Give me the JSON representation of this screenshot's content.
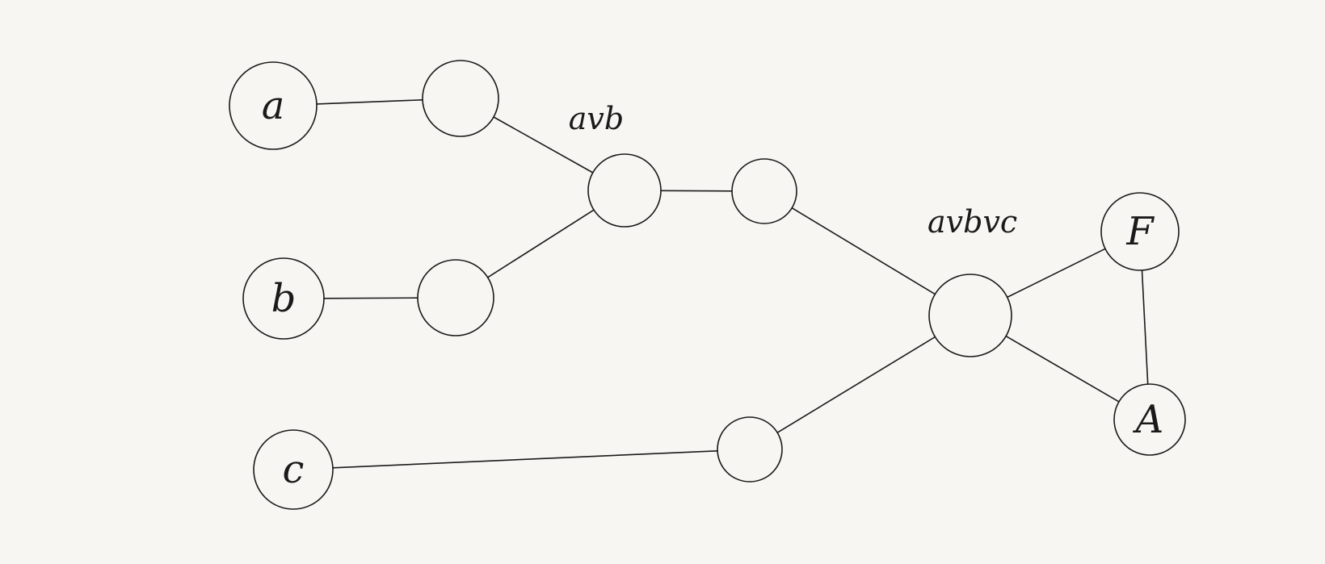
{
  "diagram": {
    "nodes": [
      {
        "id": "n_a",
        "label": "a"
      },
      {
        "id": "n_b",
        "label": "b"
      },
      {
        "id": "n_c",
        "label": "c"
      },
      {
        "id": "n_1",
        "label": ""
      },
      {
        "id": "n_2",
        "label": ""
      },
      {
        "id": "n_3",
        "label": ""
      },
      {
        "id": "n_4",
        "label": ""
      },
      {
        "id": "n_5",
        "label": ""
      },
      {
        "id": "n_6",
        "label": ""
      },
      {
        "id": "n_F",
        "label": "F"
      },
      {
        "id": "n_A",
        "label": "A"
      }
    ],
    "edges": [
      {
        "from": "n_a",
        "to": "n_1"
      },
      {
        "from": "n_b",
        "to": "n_2"
      },
      {
        "from": "n_1",
        "to": "n_3"
      },
      {
        "from": "n_2",
        "to": "n_3"
      },
      {
        "from": "n_3",
        "to": "n_4"
      },
      {
        "from": "n_4",
        "to": "n_6"
      },
      {
        "from": "n_c",
        "to": "n_5"
      },
      {
        "from": "n_5",
        "to": "n_6"
      },
      {
        "from": "n_6",
        "to": "n_F"
      },
      {
        "from": "n_6",
        "to": "n_A"
      },
      {
        "from": "n_F",
        "to": "n_A"
      }
    ],
    "annotations": {
      "or_node_label": "avb",
      "final_node_label": "avbvc"
    }
  }
}
